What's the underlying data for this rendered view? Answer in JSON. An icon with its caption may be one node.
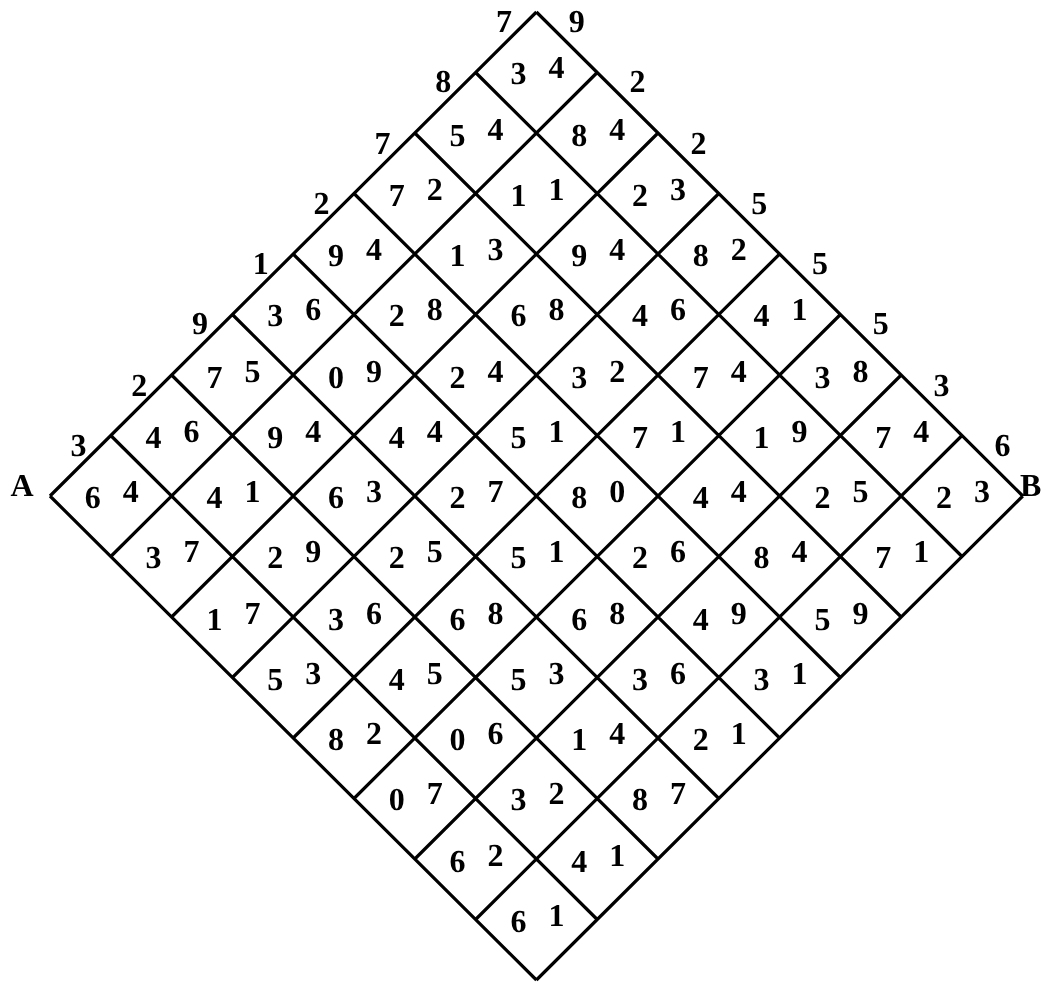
{
  "diagram": {
    "labels": [
      "7",
      "9",
      "8",
      "3",
      "4",
      "2",
      "7",
      "5",
      "4",
      "8",
      "4",
      "2",
      "2",
      "7",
      "2",
      "1",
      "1",
      "2",
      "3",
      "5",
      "1",
      "9",
      "4",
      "1",
      "3",
      "9",
      "4",
      "8",
      "2",
      "5",
      "9",
      "3",
      "6",
      "2",
      "8",
      "6",
      "8",
      "4",
      "6",
      "4",
      "1",
      "5",
      "2",
      "7",
      "5",
      "0",
      "9",
      "2",
      "4",
      "3",
      "2",
      "7",
      "4",
      "3",
      "8",
      "3",
      "3",
      "4",
      "6",
      "9",
      "4",
      "4",
      "4",
      "5",
      "1",
      "7",
      "1",
      "1",
      "9",
      "7",
      "4",
      "6",
      "A",
      "6",
      "4",
      "4",
      "1",
      "6",
      "3",
      "2",
      "7",
      "8",
      "0",
      "4",
      "4",
      "2",
      "5",
      "2",
      "3",
      "B",
      "3",
      "7",
      "2",
      "9",
      "2",
      "5",
      "5",
      "1",
      "2",
      "6",
      "8",
      "4",
      "7",
      "1",
      "1",
      "7",
      "3",
      "6",
      "6",
      "8",
      "6",
      "8",
      "4",
      "9",
      "5",
      "9",
      "5",
      "3",
      "4",
      "5",
      "5",
      "3",
      "3",
      "6",
      "3",
      "1",
      "8",
      "2",
      "0",
      "6",
      "1",
      "4",
      "2",
      "1",
      "0",
      "7",
      "3",
      "2",
      "8",
      "7",
      "6",
      "2",
      "4",
      "1",
      "6",
      "1"
    ]
  }
}
